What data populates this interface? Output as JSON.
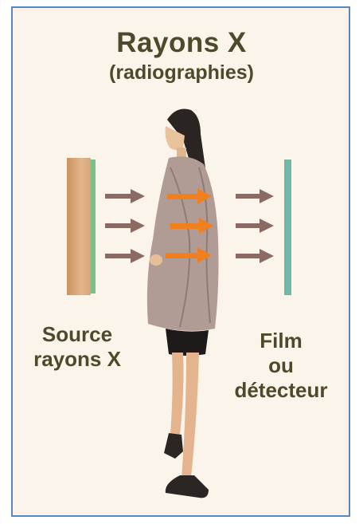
{
  "title": "Rayons X",
  "subtitle": "(radiographies)",
  "labels": {
    "source": [
      "Source",
      "rayons X"
    ],
    "detector": [
      "Film",
      "ou",
      "détecteur"
    ]
  },
  "icons": [
    "xray-source-plate",
    "xray-arrow",
    "woman-figure",
    "detector-film"
  ],
  "colors": {
    "background": "#fbf4ea",
    "border": "#5b86c4",
    "text": "#4d4a2b",
    "arrow_outside": "#8c6a64",
    "arrow_inside": "#f07f1e",
    "detector": "#6fb8a5",
    "source_plate": "#d9a878"
  }
}
